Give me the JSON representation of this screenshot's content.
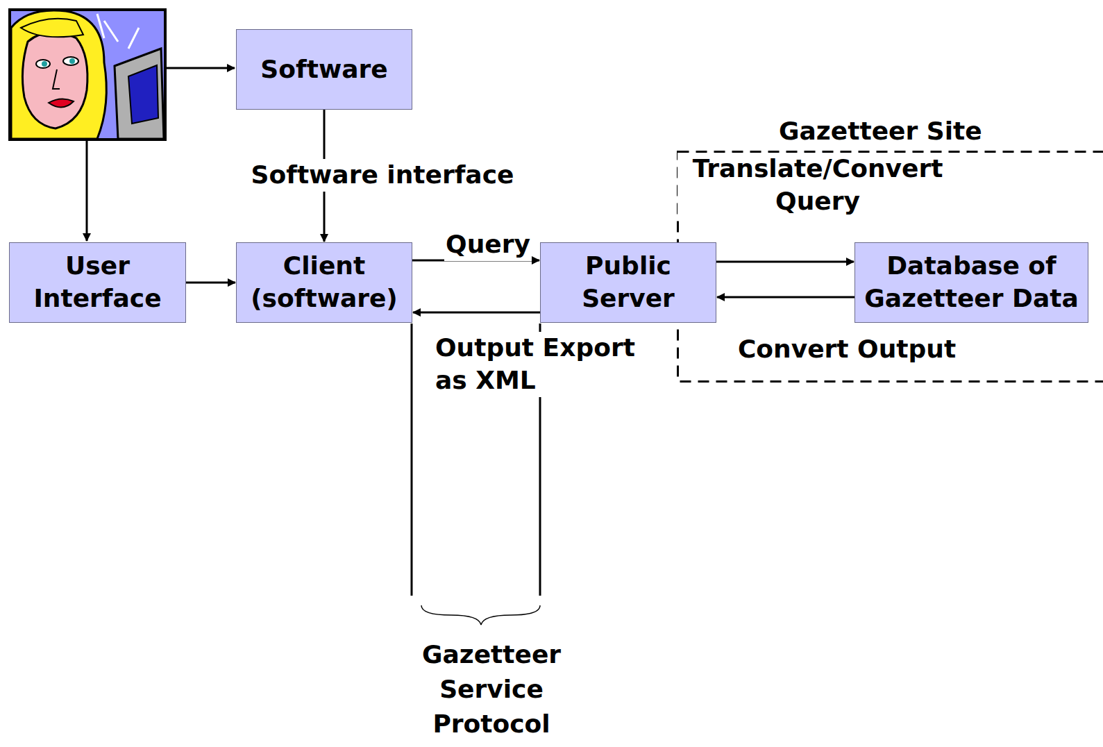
{
  "diagram": {
    "nodes": [
      {
        "text": [
          "Software"
        ]
      },
      {
        "text": [
          "User Interface"
        ]
      },
      {
        "text": [
          "Client (software)"
        ]
      },
      {
        "text": [
          "Public Server"
        ]
      },
      {
        "text": [
          "Gazetteer Site"
        ]
      },
      {
        "text": [
          "Database of Gazetteer Data"
        ],
        "in": 4
      }
    ],
    "edges": [
      {
        "from": 0,
        "to": 2,
        "arrow": "to",
        "label": "Software interface"
      },
      {
        "from": 1,
        "to": 2,
        "arrow": "to"
      },
      {
        "from": 2,
        "to": 3,
        "arrow": "to",
        "label": "Query"
      },
      {
        "from": 3,
        "to": 2,
        "arrow": "to",
        "label": "Output Export as XML"
      },
      {
        "from": 3,
        "to": 5,
        "arrow": "to",
        "label": "Translate/Convert Query"
      },
      {
        "from": 5,
        "to": 3,
        "arrow": "to",
        "label": "Convert Output"
      }
    ],
    "labels": [
      "Gazetteer Service Protocol"
    ]
  }
}
